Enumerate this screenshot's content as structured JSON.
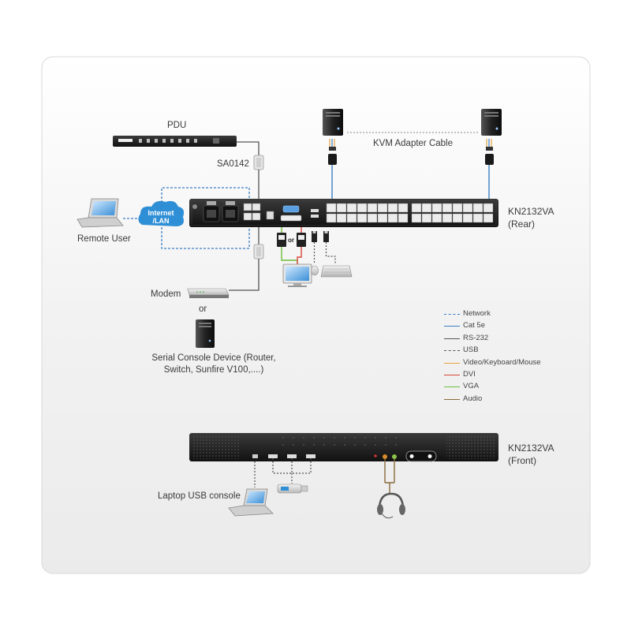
{
  "labels": {
    "pdu": "PDU",
    "sa0142": "SA0142",
    "kvm_adapter_cable": "KVM Adapter Cable",
    "remote_user": "Remote User",
    "internet_lan_line1": "Internet",
    "internet_lan_line2": "/LAN",
    "rear_model": "KN2132VA",
    "rear_side": "(Rear)",
    "modem": "Modem",
    "or_modem": "or",
    "serial_line1": "Serial Console Device (Router,",
    "serial_line2": "Switch, Sunfire V100,....)",
    "or_dvi": "or",
    "front_model": "KN2132VA",
    "front_side": "(Front)",
    "laptop_usb_console": "Laptop USB console"
  },
  "legend": [
    {
      "label": "Network",
      "color": "#3b7fc4",
      "style": "dashed"
    },
    {
      "label": "Cat 5e",
      "color": "#3b7fc4",
      "style": "solid"
    },
    {
      "label": "RS-232",
      "color": "#555555",
      "style": "solid"
    },
    {
      "label": "USB",
      "color": "#555555",
      "style": "dashed"
    },
    {
      "label": "Video/Keyboard/Mouse",
      "color": "#e6a23c",
      "style": "solid"
    },
    {
      "label": "DVI",
      "color": "#d9453a",
      "style": "solid"
    },
    {
      "label": "VGA",
      "color": "#6cbf3b",
      "style": "solid"
    },
    {
      "label": "Audio",
      "color": "#8a6a3a",
      "style": "solid"
    }
  ],
  "colors": {
    "network": "#3b7fc4",
    "cat5e": "#3b7fc4",
    "rs232": "#555555",
    "usb": "#555555",
    "vkm": "#e6a23c",
    "dvi": "#d9453a",
    "vga": "#6cbf3b",
    "audio": "#8a6a3a",
    "cloud": "#2f8fd6"
  }
}
